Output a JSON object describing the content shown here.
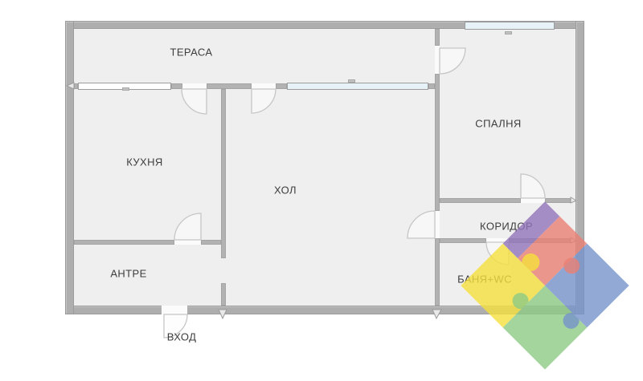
{
  "rooms": {
    "terrace": {
      "label": "ТЕРАСА"
    },
    "kitchen": {
      "label": "КУХНЯ"
    },
    "hall": {
      "label": "ХОЛ"
    },
    "bedroom": {
      "label": "СПАЛНЯ"
    },
    "corridor": {
      "label": "КОРИДОР"
    },
    "bathroom": {
      "label": "БАНЯ+WC"
    },
    "entry_hall": {
      "label": "АНТРЕ"
    },
    "entrance": {
      "label": "ВХОД"
    }
  },
  "watermark": {
    "description": "puzzle-pieces-logo",
    "colors": {
      "purple": "#9173b9",
      "red": "#ea7f74",
      "yellow": "#f5e03c",
      "green": "#8ecb85",
      "blue": "#7794cb"
    }
  },
  "palette": {
    "outer_wall": "#aeaeae",
    "inner_wall": "#b2b2b2",
    "room_fill": "#efefef",
    "window_glass": "#e7f2f8",
    "label_text": "#3d3d3d"
  }
}
